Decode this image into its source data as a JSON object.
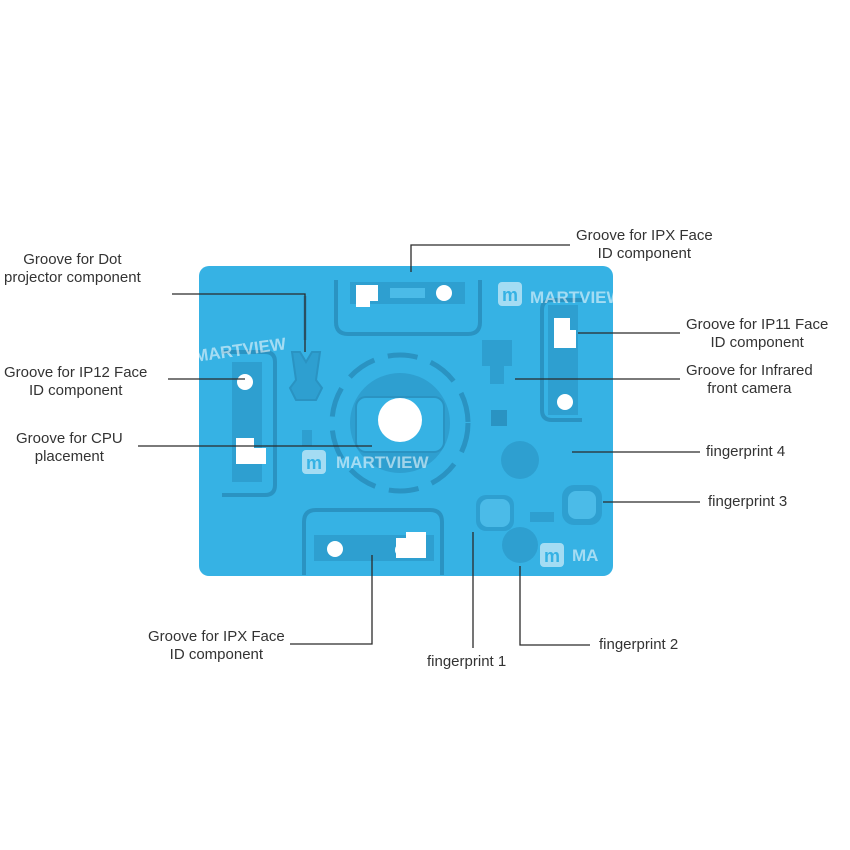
{
  "colors": {
    "mat": "#36b2e4",
    "mat_dark": "#2c99c8",
    "groove": "#2a93c2",
    "line": "#2b2b2b",
    "text": "#333333",
    "watermark": "#ffffff"
  },
  "brand": {
    "watermark_text": "MARTVIEW",
    "watermark_text_partial": "MA",
    "logo_icon": "martview-m-logo-icon"
  },
  "labels": {
    "ipx_top": [
      "Groove for IPX Face",
      "ID component"
    ],
    "dot_projector": [
      "Groove for Dot",
      "projector component"
    ],
    "ip11": [
      "Groove for IP11 Face",
      "ID component"
    ],
    "ip12": [
      "Groove for IP12 Face",
      "ID component"
    ],
    "infrared": [
      "Groove for Infrared",
      "front camera"
    ],
    "cpu": [
      "Groove for CPU",
      "placement"
    ],
    "fp4": "fingerprint 4",
    "fp3": "fingerprint 3",
    "ipx_bottom": [
      "Groove for IPX Face",
      "ID component"
    ],
    "fp2": "fingerprint 2",
    "fp1": "fingerprint 1"
  }
}
